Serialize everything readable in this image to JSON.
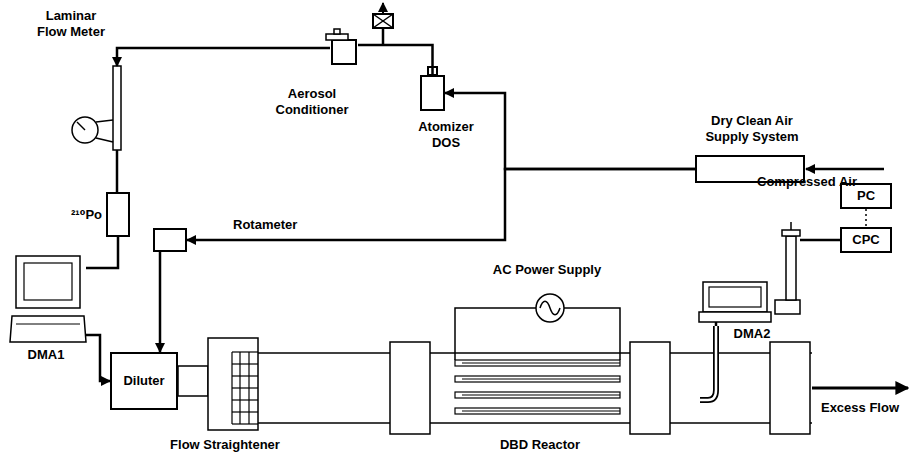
{
  "diagram": {
    "nodes": [
      {
        "text": [
          "Laminar Flow Meter"
        ]
      },
      {
        "text": [
          "Aerosol Conditioner"
        ]
      },
      {
        "text": [
          "Atomizer DOS"
        ]
      },
      {
        "text": [
          "Dry Clean Air Supply System"
        ]
      },
      {
        "text": [
          "²¹⁰Po"
        ]
      },
      {
        "text": [
          "Rotameter"
        ]
      },
      {
        "text": [
          "DMA1"
        ]
      },
      {
        "text": [
          "Diluter"
        ]
      },
      {
        "text": [
          "DMA2"
        ]
      },
      {
        "text": [
          "PC"
        ]
      },
      {
        "text": [
          "CPC"
        ]
      }
    ],
    "edges": [
      {
        "from": 3,
        "to": 2,
        "arrow": "to"
      },
      {
        "from": 3,
        "to": 5,
        "arrow": "to"
      },
      {
        "from": 2,
        "to": 1,
        "arrow": "none"
      },
      {
        "from": 1,
        "to": 0,
        "arrow": "to"
      },
      {
        "from": 0,
        "to": 4,
        "arrow": "none"
      },
      {
        "from": 4,
        "to": 6,
        "arrow": "none"
      },
      {
        "from": 6,
        "to": 7,
        "arrow": "to"
      },
      {
        "from": 5,
        "to": 7,
        "arrow": "to"
      },
      {
        "from": 8,
        "to": 10,
        "arrow": "none"
      },
      {
        "from": 9,
        "to": 10,
        "arrow": "none"
      }
    ],
    "labels": [
      "Compressed Air",
      "Flow Straightener",
      "DBD Reactor",
      "AC Power Supply",
      "Excess Flow"
    ]
  }
}
